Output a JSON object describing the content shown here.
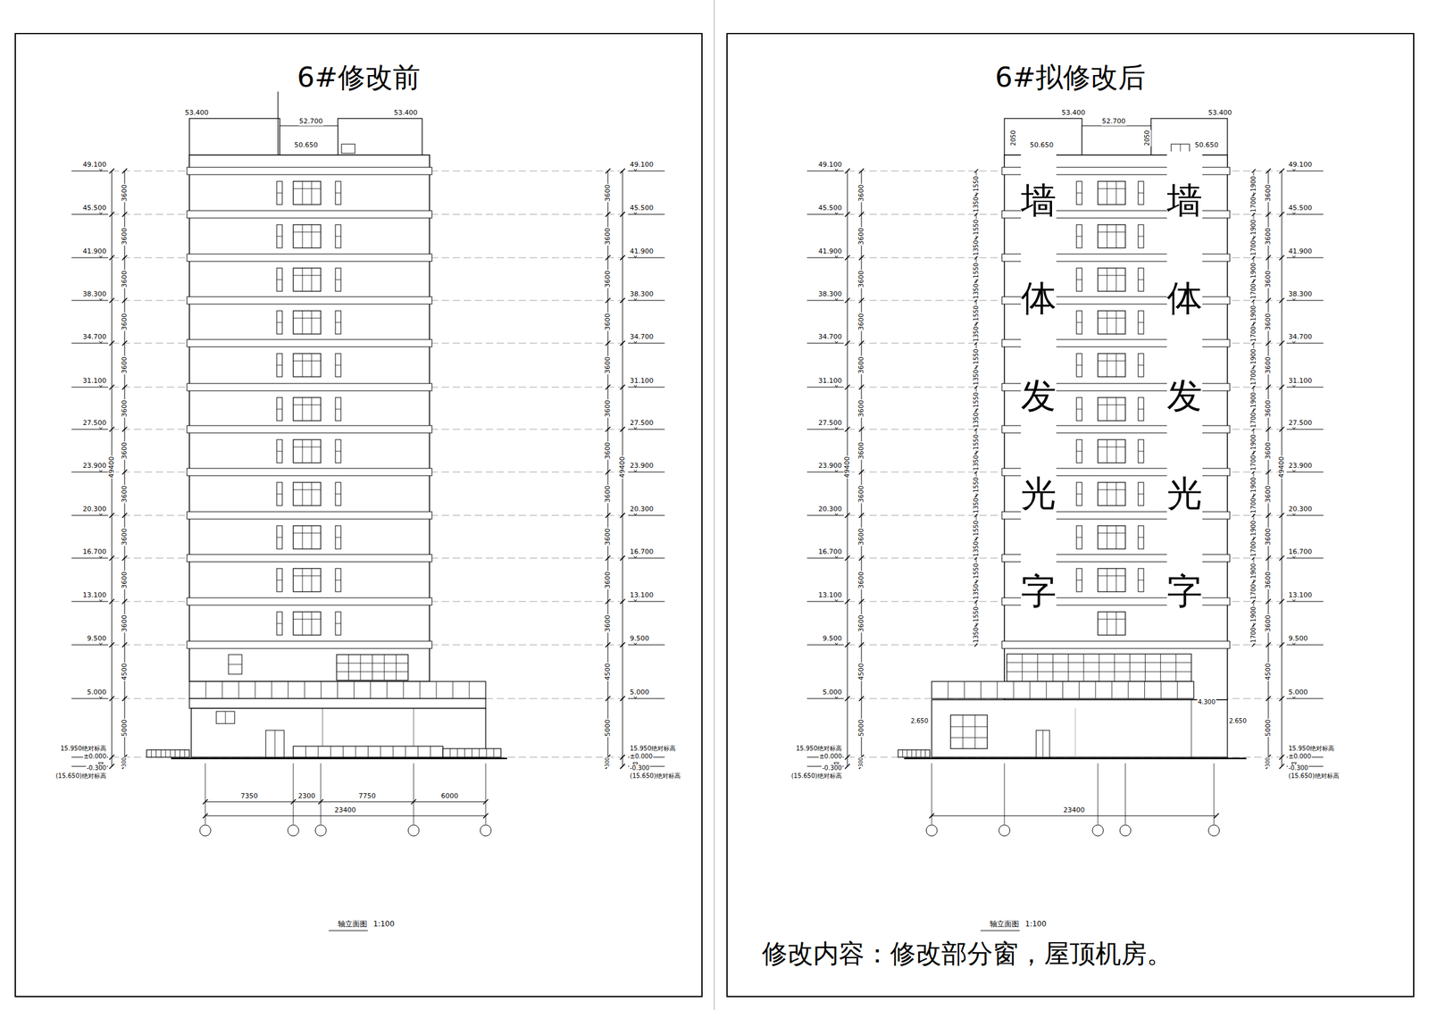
{
  "diagram": {
    "nodes": [
      {
        "text": [
          "6#修改前"
        ]
      },
      {
        "text": [
          "6#拟修改后"
        ]
      }
    ],
    "labels": [
      "49.100",
      "45.500",
      "41.900",
      "38.300",
      "34.700",
      "31.100",
      "27.500",
      "23.900",
      "20.300",
      "16.700",
      "13.100",
      "9.500",
      "5.000",
      "15.950绝对标高",
      "±0.000",
      "-0.300",
      "(15.650)绝对标高",
      "3600",
      "3600",
      "3600",
      "3600",
      "3600",
      "3600",
      "3600",
      "3600",
      "3600",
      "3600",
      "3600",
      "4500",
      "5000",
      "300",
      "49400",
      "49.100",
      "45.500",
      "41.900",
      "38.300",
      "34.700",
      "31.100",
      "27.500",
      "23.900",
      "20.300",
      "16.700",
      "13.100",
      "9.500",
      "5.000",
      "15.950绝对标高",
      "±0.000",
      "-0.300",
      "(15.650)绝对标高",
      "3600",
      "3600",
      "3600",
      "3600",
      "3600",
      "3600",
      "3600",
      "3600",
      "3600",
      "3600",
      "3600",
      "4500",
      "5000",
      "300",
      "49400",
      "53.400",
      "52.700",
      "50.650",
      "53.400",
      "7350",
      "2300",
      "7750",
      "6000",
      "23400",
      "轴立面图",
      "1:100",
      "49.100",
      "45.500",
      "41.900",
      "38.300",
      "34.700",
      "31.100",
      "27.500",
      "23.900",
      "20.300",
      "16.700",
      "13.100",
      "9.500",
      "5.000",
      "15.950绝对标高",
      "±0.000",
      "-0.300",
      "(15.650)绝对标高",
      "3600",
      "3600",
      "3600",
      "3600",
      "3600",
      "3600",
      "3600",
      "3600",
      "3600",
      "3600",
      "3600",
      "4500",
      "5000",
      "300",
      "49400",
      "49.100",
      "45.500",
      "41.900",
      "38.300",
      "34.700",
      "31.100",
      "27.500",
      "23.900",
      "20.300",
      "16.700",
      "13.100",
      "9.500",
      "5.000",
      "15.950绝对标高",
      "±0.000",
      "-0.300",
      "(15.650)绝对标高",
      "3600",
      "3600",
      "3600",
      "3600",
      "3600",
      "3600",
      "3600",
      "3600",
      "3600",
      "3600",
      "3600",
      "4500",
      "5000",
      "300",
      "49400",
      "53.400",
      "52.700",
      "53.400",
      "50.650",
      "50.650",
      "2050",
      "2050",
      "1550",
      "1350",
      "1550",
      "1350",
      "1550",
      "1350",
      "1550",
      "1350",
      "1550",
      "1350",
      "1550",
      "1350",
      "1550",
      "1350",
      "1550",
      "1350",
      "1550",
      "1350",
      "1550",
      "1350",
      "1550",
      "1350",
      "1900",
      "1700",
      "1900",
      "1700",
      "1900",
      "1700",
      "1900",
      "1700",
      "1900",
      "1700",
      "1900",
      "1700",
      "1900",
      "1700",
      "1900",
      "1700",
      "1900",
      "1700",
      "1900",
      "1700",
      "1900",
      "1700",
      "23400",
      "2.650",
      "2.650",
      "4.300",
      "轴立面图",
      "1:100",
      "墙体发光字",
      "墙体发光字",
      "修改内容：修改部分窗，屋顶机房。"
    ]
  }
}
